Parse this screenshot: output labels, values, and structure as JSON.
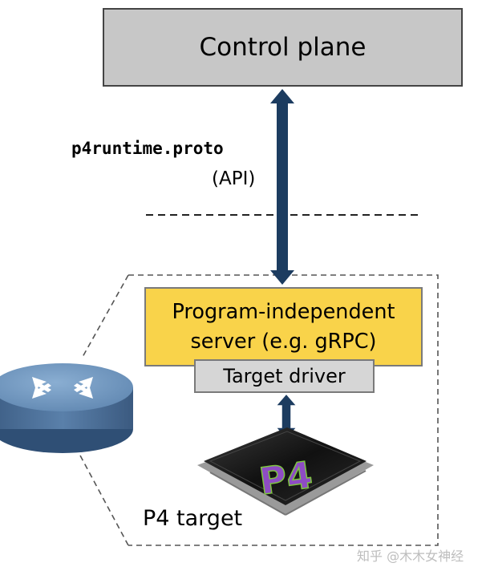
{
  "control_plane": {
    "label": "Control plane"
  },
  "api_label": {
    "proto": "p4runtime.proto",
    "api": "(API)"
  },
  "server": {
    "line1": "Program-independent",
    "line2": "server (e.g. gRPC)"
  },
  "driver": {
    "label": "Target driver"
  },
  "chip": {
    "logo": "P4"
  },
  "target": {
    "label": "P4 target"
  },
  "watermark": "知乎 @木木女神经",
  "colors": {
    "arrow": "#1c3c60",
    "server_fill": "#f9d34a",
    "control_fill": "#c7c7c7",
    "router": "#4a6e96",
    "p4_purple": "#8e4cc4",
    "p4_green": "#7ec540"
  }
}
